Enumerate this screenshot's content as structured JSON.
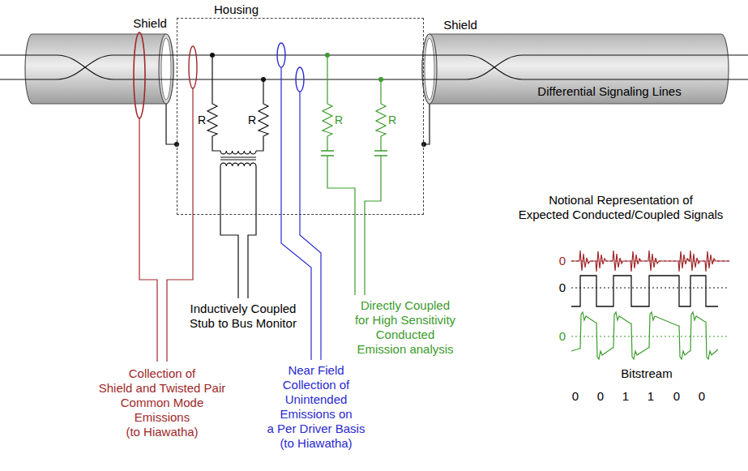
{
  "diagram": {
    "nodes": [
      {
        "text": [
          "Housing"
        ]
      }
    ],
    "labels": [
      "Shield",
      "Shield",
      "Differential Signaling Lines",
      "R",
      "R",
      "R",
      "R",
      "Collection of Shield and Twisted Pair Common Mode Emissions (to Hiawatha)",
      "Inductively Coupled Stub to Bus Monitor",
      "Near Field Collection of Unintended Emissions on a Per Driver Basis (to Hiawatha)",
      "Directly Coupled for High Sensitivity Conducted Emission analysis",
      "Notional Representation of Expected Conducted/Coupled Signals",
      "0",
      "0",
      "0",
      "Bitstream",
      "0",
      "0",
      "1",
      "1",
      "0",
      "0"
    ]
  }
}
